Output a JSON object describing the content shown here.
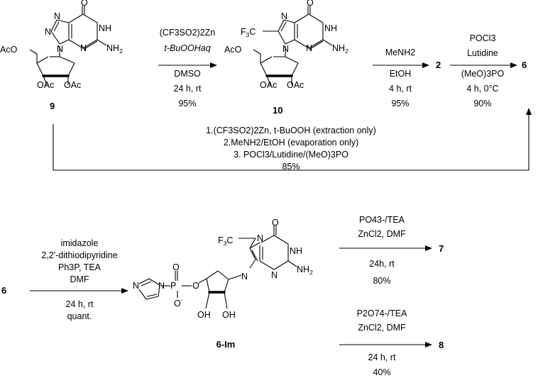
{
  "scheme": {
    "compounds": {
      "c9": "9",
      "c10": "10",
      "c2": "2",
      "c6_top": "6",
      "c6_left": "6",
      "c6im": "6-Im",
      "c7": "7",
      "c8": "8"
    },
    "atoms": {
      "O": "O",
      "NH": "NH",
      "N": "N",
      "NH2": "NH",
      "NH2_sub": "2",
      "AcO": "AcO",
      "OAc": "OAc",
      "F3C": "F",
      "F3C_sub": "3",
      "F3C_tail": "C",
      "OH": "OH",
      "P": "P",
      "Ominus": "O",
      "minus": "-"
    },
    "step1": {
      "line1": "(CF3SO2)2Zn",
      "line2": "t-BuOOHaq",
      "line3": "DMSO",
      "line4": "24 h, rt",
      "line5": "95%"
    },
    "step2": {
      "line1": "MeNH2",
      "line2": "EtOH",
      "line3": "4 h, rt",
      "line4": "95%"
    },
    "step3": {
      "line1": "POCl3",
      "line2": "Lutidine",
      "line3": "(MeO)3PO",
      "line4": "4 h, 0°C",
      "line5": "90%"
    },
    "onepot": {
      "line1": "1.(CF3SO2)2Zn, t-BuOOH (extraction only)",
      "line2": "2.MeNH2/EtOH (evaporation only)",
      "line3": "3. POCl3/Lutidine/(MeO)3PO",
      "line4": "85%"
    },
    "step4": {
      "line1": "imidazole",
      "line2": "2,2'-dithiodipyridine",
      "line3": "Ph3P, TEA",
      "line4": "DMF",
      "line5": "24 h, rt",
      "line6": "quant."
    },
    "step5": {
      "line1": "PO43-/TEA",
      "line2": "ZnCl2, DMF",
      "line3": "24h, rt",
      "line4": "80%"
    },
    "step6": {
      "line1": "P2O74-/TEA",
      "line2": "ZnCl2, DMF",
      "line3": "24 h, rt",
      "line4": "40%"
    }
  }
}
